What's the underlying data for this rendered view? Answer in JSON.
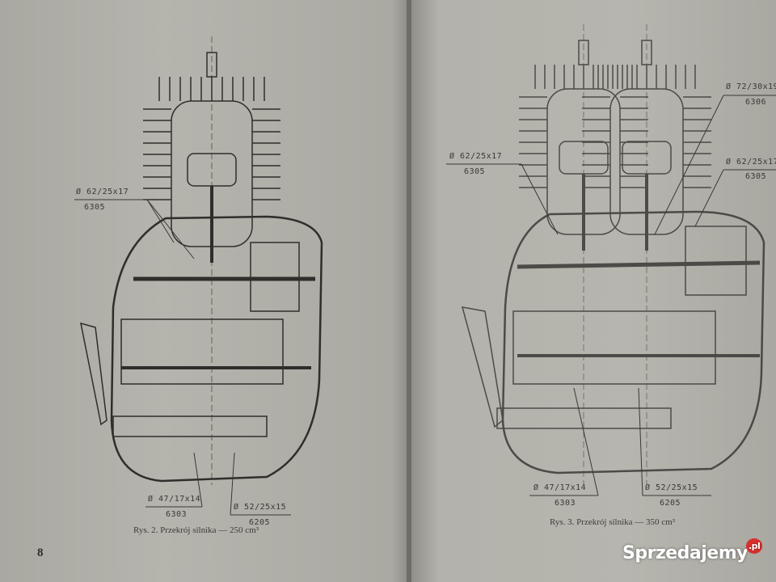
{
  "left_page": {
    "page_number": "8",
    "caption": "Rys. 2. Przekrój silnika — 250 cm³",
    "bearings": [
      {
        "size": "Ø 62/25x17",
        "code": "6305"
      },
      {
        "size": "Ø 47/17x14",
        "code": "6303"
      },
      {
        "size": "Ø 52/25x15",
        "code": "6205"
      }
    ]
  },
  "right_page": {
    "caption": "Rys. 3. Przekrój silnika — 350 cm³",
    "bearings": [
      {
        "size": "Ø 62/25x17",
        "code": "6305"
      },
      {
        "size": "Ø 72/30x19",
        "code": "6306"
      },
      {
        "size": "Ø 62/25x17",
        "code": "6305"
      },
      {
        "size": "Ø 47/17x14",
        "code": "6303"
      },
      {
        "size": "Ø 52/25x15",
        "code": "6205"
      }
    ]
  },
  "watermark": {
    "brand": "Sprzedajemy",
    "suffix": ".pl"
  }
}
